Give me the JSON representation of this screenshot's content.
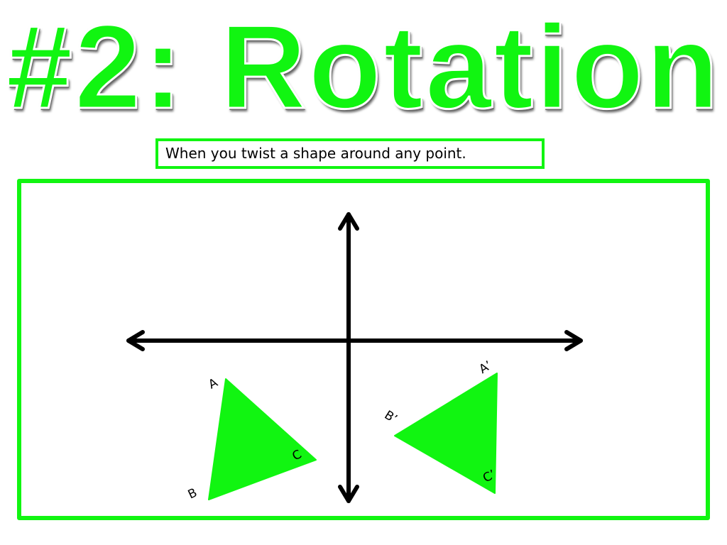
{
  "slide": {
    "title": "#2: Rotation",
    "definition": "When you twist a shape around any point."
  },
  "diagram": {
    "original_labels": {
      "a": "A",
      "b": "B",
      "c": "C"
    },
    "image_labels": {
      "a": "A’",
      "b": "B’",
      "c": "C’"
    }
  },
  "colors": {
    "accent_green": "#11f511",
    "axis_black": "#000000"
  }
}
